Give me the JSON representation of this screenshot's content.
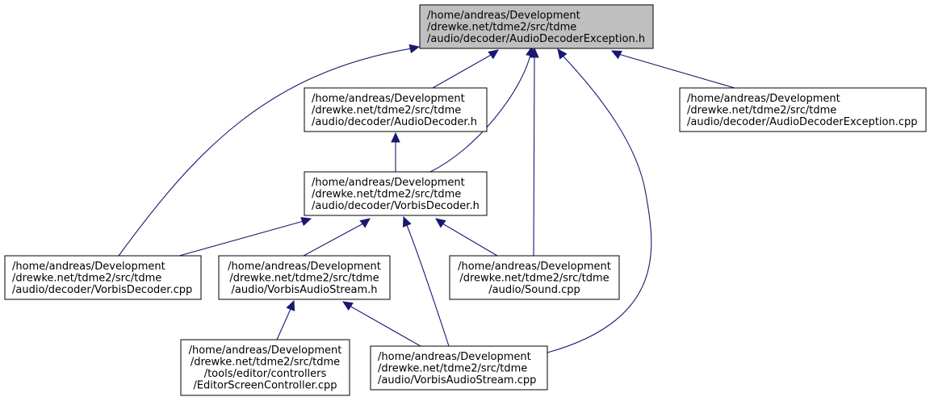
{
  "colors": {
    "edge": "#191970",
    "focus_fill": "#bfbfbf",
    "node_fill": "#ffffff",
    "node_stroke": "#000000"
  },
  "nodes": [
    {
      "id": "n0",
      "focus": true,
      "lines": [
        "/home/andreas/Development",
        "/drewke.net/tdme2/src/tdme",
        "/audio/decoder/AudioDecoderException.h"
      ]
    },
    {
      "id": "n1",
      "lines": [
        "/home/andreas/Development",
        "/drewke.net/tdme2/src/tdme",
        "/audio/decoder/AudioDecoder.h"
      ]
    },
    {
      "id": "n2",
      "lines": [
        "/home/andreas/Development",
        "/drewke.net/tdme2/src/tdme",
        "/audio/decoder/AudioDecoderException.cpp"
      ]
    },
    {
      "id": "n3",
      "lines": [
        "/home/andreas/Development",
        "/drewke.net/tdme2/src/tdme",
        "/audio/decoder/VorbisDecoder.h"
      ]
    },
    {
      "id": "n4",
      "lines": [
        "/home/andreas/Development",
        "/drewke.net/tdme2/src/tdme",
        "/audio/decoder/VorbisDecoder.cpp"
      ]
    },
    {
      "id": "n5",
      "lines": [
        "/home/andreas/Development",
        "/drewke.net/tdme2/src/tdme",
        "/audio/VorbisAudioStream.h"
      ]
    },
    {
      "id": "n6",
      "lines": [
        "/home/andreas/Development",
        "/drewke.net/tdme2/src/tdme",
        "/audio/Sound.cpp"
      ]
    },
    {
      "id": "n7",
      "lines": [
        "/home/andreas/Development",
        "/drewke.net/tdme2/src/tdme",
        "/tools/editor/controllers",
        "/EditorScreenController.cpp"
      ]
    },
    {
      "id": "n8",
      "lines": [
        "/home/andreas/Development",
        "/drewke.net/tdme2/src/tdme",
        "/audio/VorbisAudioStream.cpp"
      ]
    }
  ],
  "edges": [
    {
      "from": "n0",
      "to": "n1"
    },
    {
      "from": "n0",
      "to": "n2"
    },
    {
      "from": "n0",
      "to": "n3"
    },
    {
      "from": "n0",
      "to": "n4"
    },
    {
      "from": "n0",
      "to": "n6"
    },
    {
      "from": "n0",
      "to": "n8"
    },
    {
      "from": "n1",
      "to": "n3"
    },
    {
      "from": "n3",
      "to": "n4"
    },
    {
      "from": "n3",
      "to": "n5"
    },
    {
      "from": "n3",
      "to": "n6"
    },
    {
      "from": "n3",
      "to": "n8"
    },
    {
      "from": "n5",
      "to": "n7"
    },
    {
      "from": "n5",
      "to": "n8"
    }
  ]
}
